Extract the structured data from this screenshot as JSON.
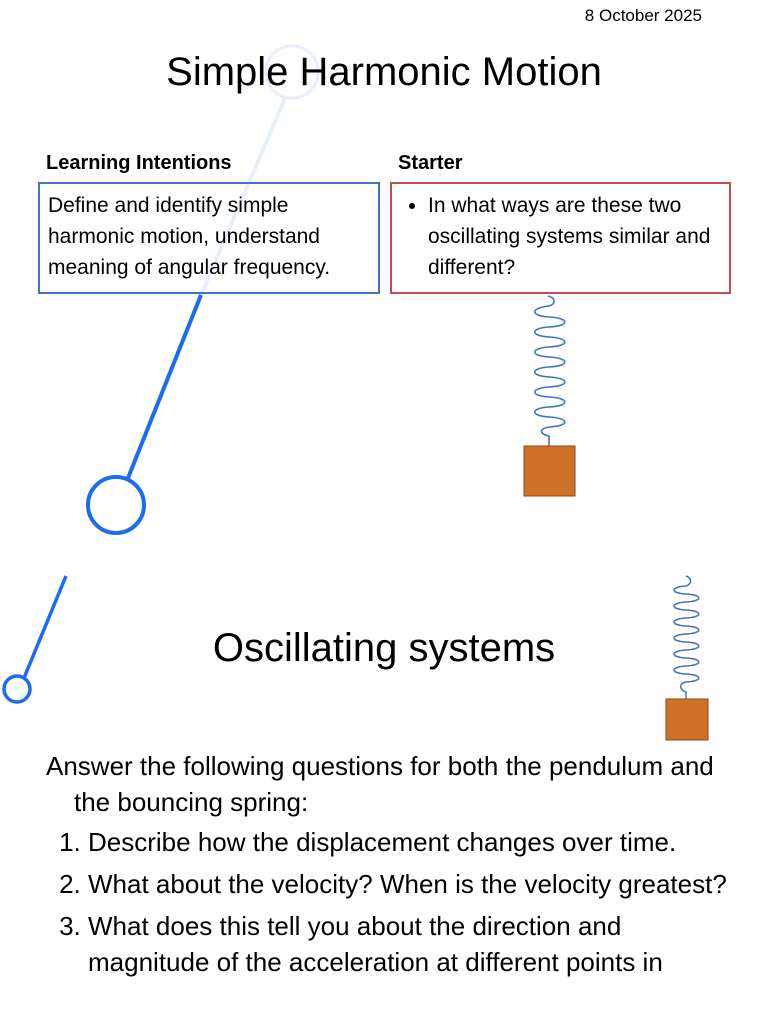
{
  "slide1": {
    "date": "8 October 2025",
    "title": "Simple Harmonic Motion",
    "learning_intentions": {
      "heading": "Learning Intentions",
      "text": "Define and identify simple harmonic motion, understand meaning of angular frequency."
    },
    "starter": {
      "heading": "Starter",
      "bullet": "In what ways are these two oscillating systems similar and different?"
    }
  },
  "slide2": {
    "title": "Oscillating systems",
    "intro": "Answer the following questions for both the pendulum and the bouncing spring:",
    "questions": [
      "Describe how the displacement changes over time.",
      "What about the velocity? When is the velocity greatest?",
      "What does this tell you about the direction and magnitude of the acceleration at different points in"
    ]
  },
  "colors": {
    "pendulum": "#1a6cf5",
    "spring": "#4472c4",
    "mass": "#d07128",
    "mass_border": "#8a4a1a",
    "box_blue": "#4472c4",
    "box_red": "#c0504d"
  }
}
